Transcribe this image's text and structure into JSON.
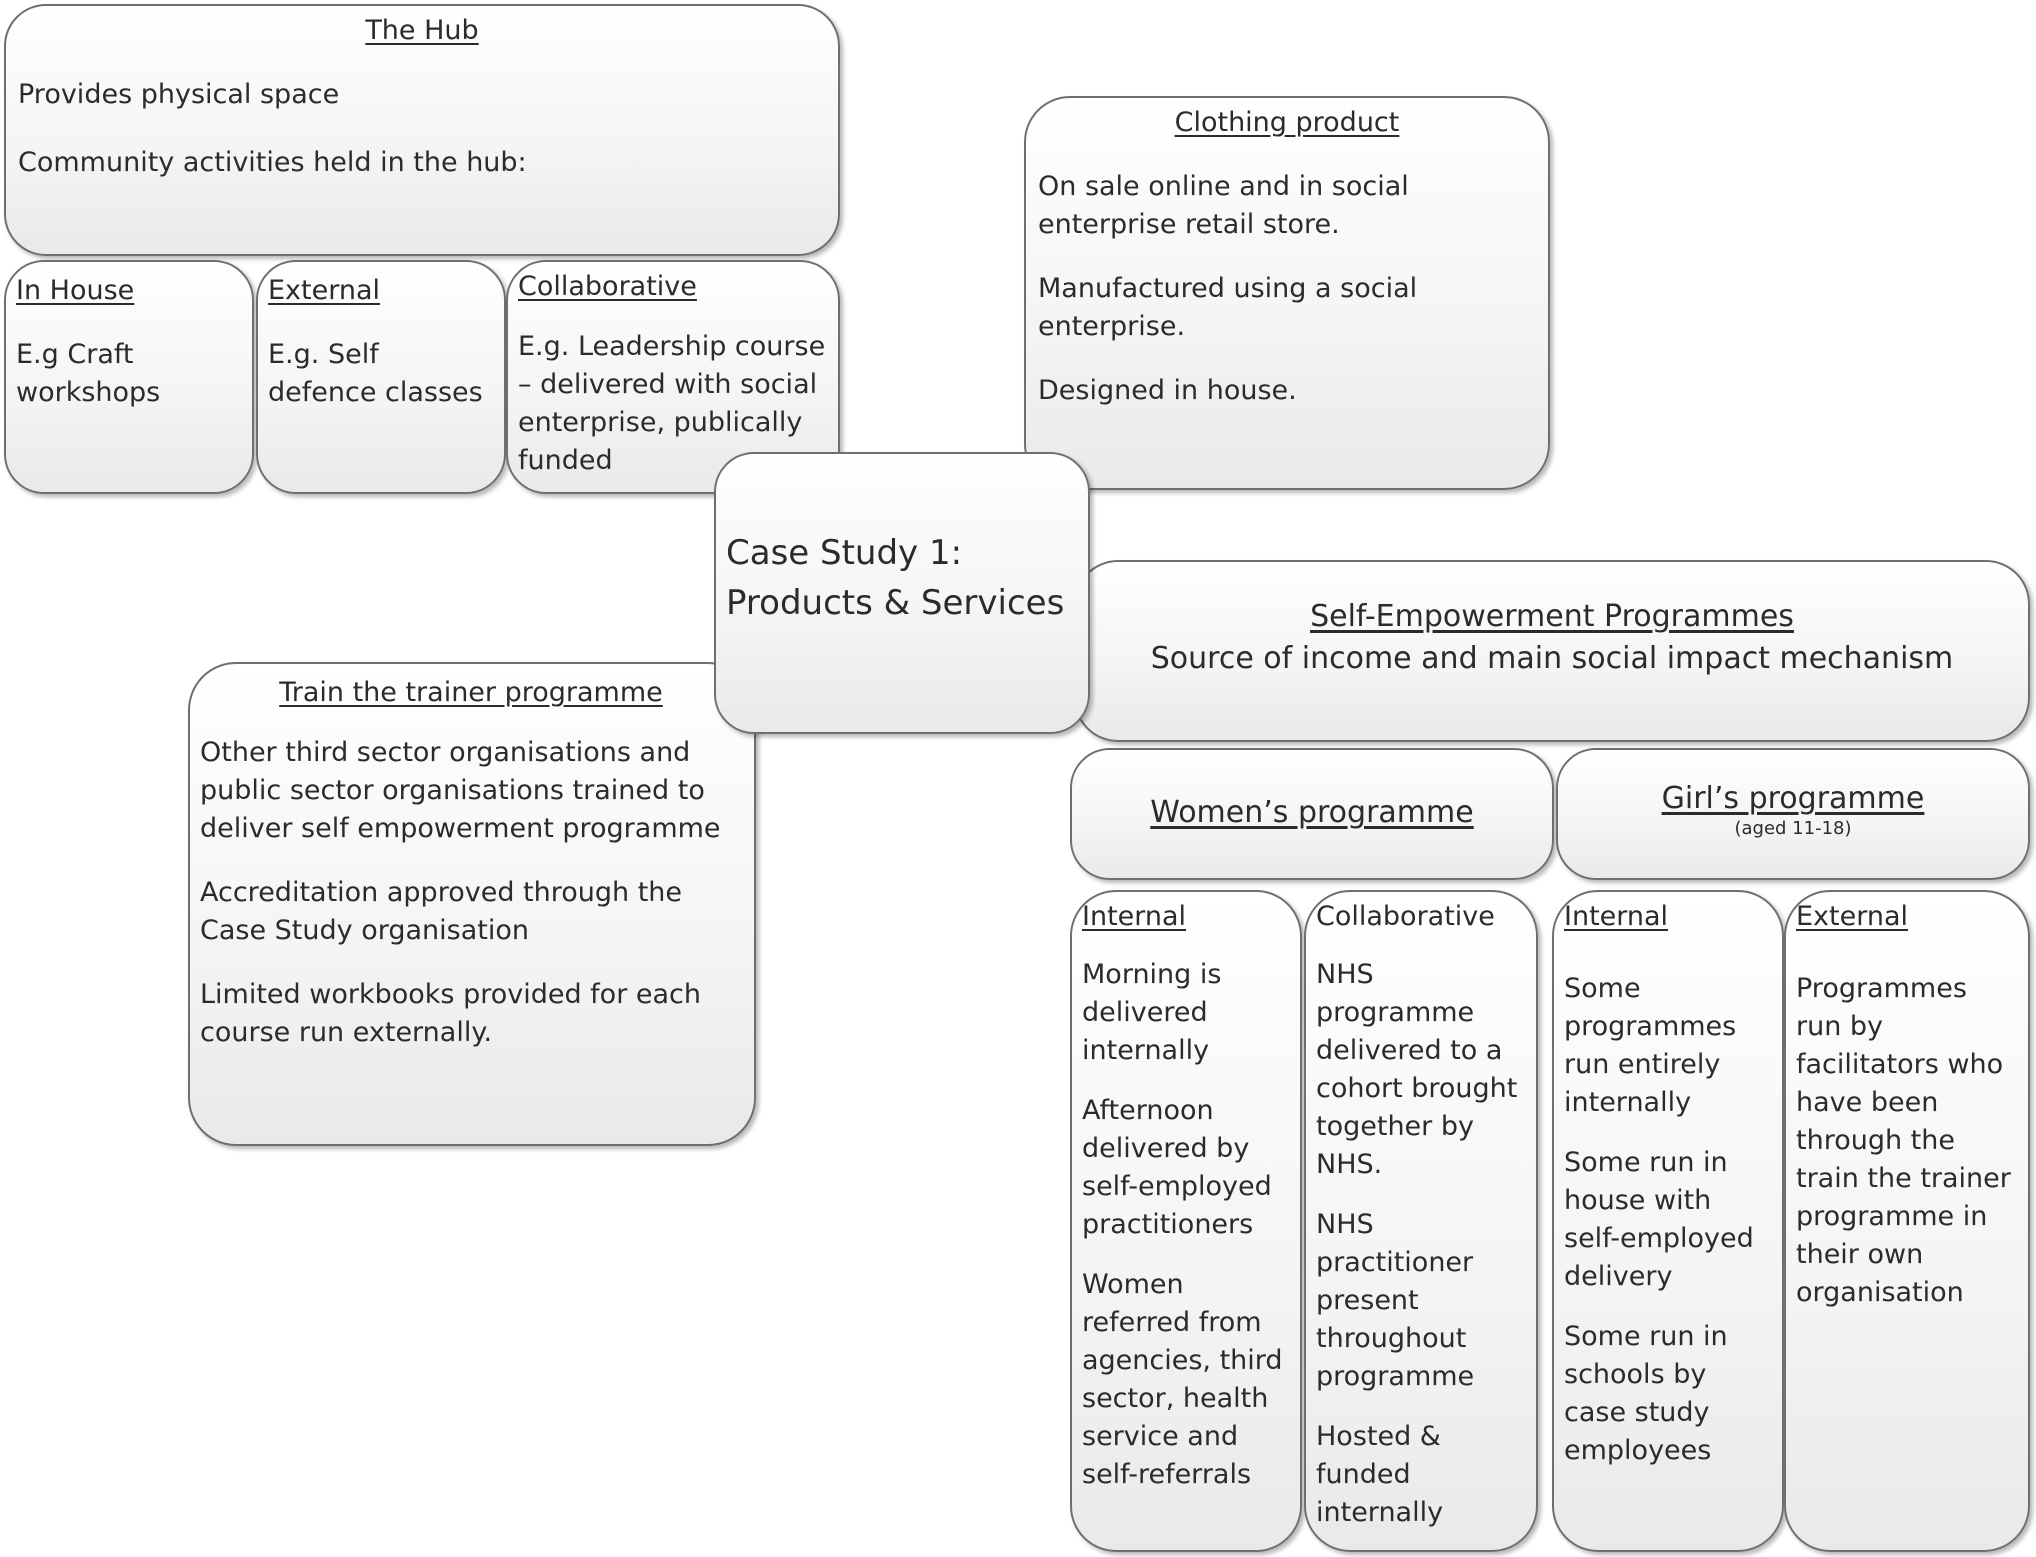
{
  "hub": {
    "title": "The Hub",
    "line1": "Provides physical space",
    "line2": "Community activities held in the hub:",
    "in_house": {
      "title": "In House",
      "text": "E.g Craft workshops"
    },
    "external": {
      "title": "External",
      "text": "E.g. Self defence classes"
    },
    "collaborative": {
      "title": "Collaborative",
      "text": "E.g. Leadership course – delivered with social enterprise, publically funded"
    }
  },
  "clothing": {
    "title": "Clothing product",
    "p1": "On sale online and in social enterprise retail store.",
    "p2": "Manufactured using a social enterprise.",
    "p3": "Designed in house."
  },
  "center": {
    "line1": "Case Study 1:",
    "line2": "Products & Services"
  },
  "trainer": {
    "title": "Train the trainer programme",
    "p1": "Other third sector organisations and public sector organisations trained to deliver self empowerment programme",
    "p2": "Accreditation approved through the Case Study organisation",
    "p3": "Limited workbooks provided for each course run externally."
  },
  "sep": {
    "title": "Self-Empowerment Programmes",
    "subtitle": "Source of income and main social impact mechanism",
    "women": {
      "title": "Women’s programme",
      "internal": {
        "title": "Internal",
        "p1": "Morning is delivered internally",
        "p2": "Afternoon delivered by self-employed practitioners",
        "p3": "Women referred from agencies, third sector, health service and self-referrals"
      },
      "collaborative": {
        "title": "Collaborative",
        "p1": "NHS programme delivered to a cohort brought together by NHS.",
        "p2": "NHS practitioner present throughout programme",
        "p3": "Hosted & funded internally"
      }
    },
    "girls": {
      "title": "Girl’s programme",
      "age": "(aged 11-18)",
      "internal": {
        "title": "Internal",
        "p1": "Some programmes run entirely internally",
        "p2": "Some run in house with self-employed delivery",
        "p3": "Some run in schools by case study employees"
      },
      "external": {
        "title": "External",
        "p1": "Programmes run by facilitators who have been through the train the trainer programme in their own organisation"
      }
    }
  }
}
